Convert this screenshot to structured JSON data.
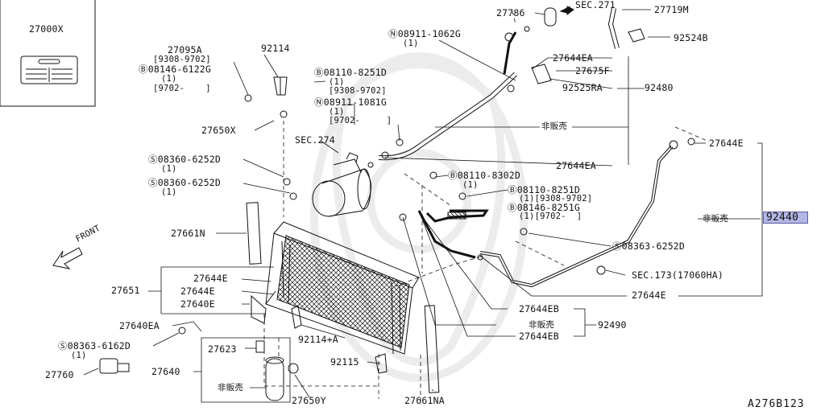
{
  "diagram": {
    "drawing_code": "A276B123",
    "labels": {
      "p27000X": "27000X",
      "p27095A": "27095A",
      "p27095A_r1": "[9308-9702]",
      "p08146_6122G": "Ⓑ08146-6122G",
      "p08146_6122G_q": "(1)",
      "p08146_6122G_r": "[9702-    ]",
      "p92114": "92114",
      "p27650X": "27650X",
      "p08360_6252D_a": "Ⓢ08360-6252D",
      "p08360_6252D_a_q": "(1)",
      "p08360_6252D_b": "Ⓢ08360-6252D",
      "p08360_6252D_b_q": "(1)",
      "p27661N": "27661N",
      "front": "FRONT",
      "p27651": "27651",
      "p27644E_a": "27644E",
      "p27644E_b": "27644E",
      "p27640E": "27640E",
      "p27640EA": "27640EA",
      "p08363_6162D": "Ⓢ08363-6162D",
      "p08363_6162D_q": "(1)",
      "p27760": "27760",
      "p27623": "27623",
      "p27640": "27640",
      "not_for_sale_a": "非販売",
      "p27650Y": "27650Y",
      "p92114A": "92114+A",
      "p92115": "92115",
      "p27661NA": "27661NA",
      "p08110_8251D_a": "Ⓑ08110-8251D",
      "p08110_8251D_a_q": "(1)",
      "p08110_8251D_a_r": "[9308-9702]",
      "p08911_1081G": "Ⓝ08911-1081G",
      "p08911_1081G_q": "(1)",
      "p08911_1081G_r": "[9702-     ]",
      "sec274": "SEC.274",
      "p08911_1062G": "Ⓝ08911-1062G",
      "p08911_1062G_q": "(1)",
      "p27786": "27786",
      "sec271": "SEC.271",
      "p27719M": "27719M",
      "p92524B": "92524B",
      "p27644EA_a": "27644EA",
      "p27675F": "27675F",
      "p92525RA": "92525RA",
      "p92480": "92480",
      "not_for_sale_b": "非販売",
      "p27644EA_b": "27644EA",
      "p27644E_c": "27644E",
      "p08110_8302D": "Ⓑ08110-8302D",
      "p08110_8302D_q": "(1)",
      "p08110_8251D_b": "Ⓑ08110-8251D",
      "p08110_8251D_b_r": "(1)[9308-9702]",
      "p08146_8251G": "Ⓑ08146-8251G",
      "p08146_8251G_r": "(1)[9702-  ]",
      "not_for_sale_c": "非販売",
      "p92440": "92440",
      "p08363_6252D": "Ⓢ08363-6252D",
      "sec173": "SEC.173(17060HA)",
      "p27644E_d": "27644E",
      "p27644EB_a": "27644EB",
      "not_for_sale_d": "非販売",
      "p92490": "92490",
      "p27644EB_b": "27644EB"
    }
  },
  "colors": {
    "line": "#111111",
    "highlight": "#b4b7e6",
    "watermark": "#ececec"
  }
}
